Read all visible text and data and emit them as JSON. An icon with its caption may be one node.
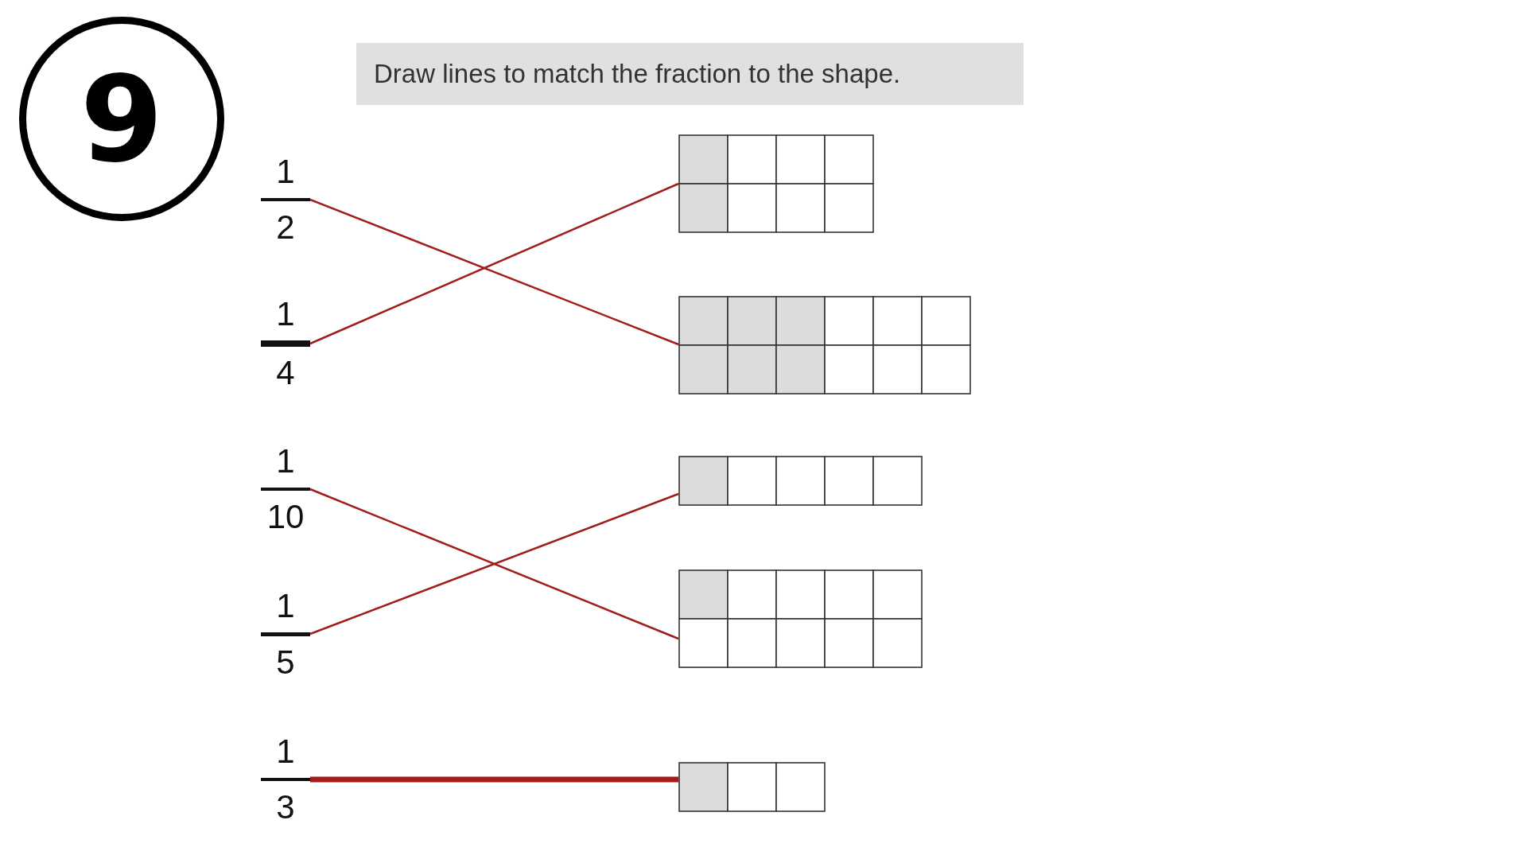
{
  "diagram": {
    "nodes": [
      {
        "text": [
          "9"
        ]
      },
      {
        "text": [
          "Draw lines to match the fraction to the shape."
        ]
      },
      {
        "text": [
          "1",
          "2"
        ]
      },
      {
        "text": [],
        "shape": "grid"
      },
      {
        "text": [
          "1",
          "4"
        ]
      },
      {
        "text": [],
        "shape": "grid"
      },
      {
        "text": [
          "1",
          "10"
        ]
      },
      {
        "text": [],
        "shape": "grid"
      },
      {
        "text": [
          "1",
          "5"
        ]
      },
      {
        "text": [],
        "shape": "grid"
      },
      {
        "text": [
          "1",
          "3"
        ]
      },
      {
        "text": [],
        "shape": "grid"
      }
    ],
    "edges": [
      {
        "from": 2,
        "to": 5,
        "arrow": "none"
      },
      {
        "from": 4,
        "to": 3,
        "arrow": "none"
      },
      {
        "from": 6,
        "to": 9,
        "arrow": "none"
      },
      {
        "from": 8,
        "to": 7,
        "arrow": "none"
      },
      {
        "from": 10,
        "to": 11,
        "arrow": "none",
        "style": "thick"
      }
    ]
  }
}
